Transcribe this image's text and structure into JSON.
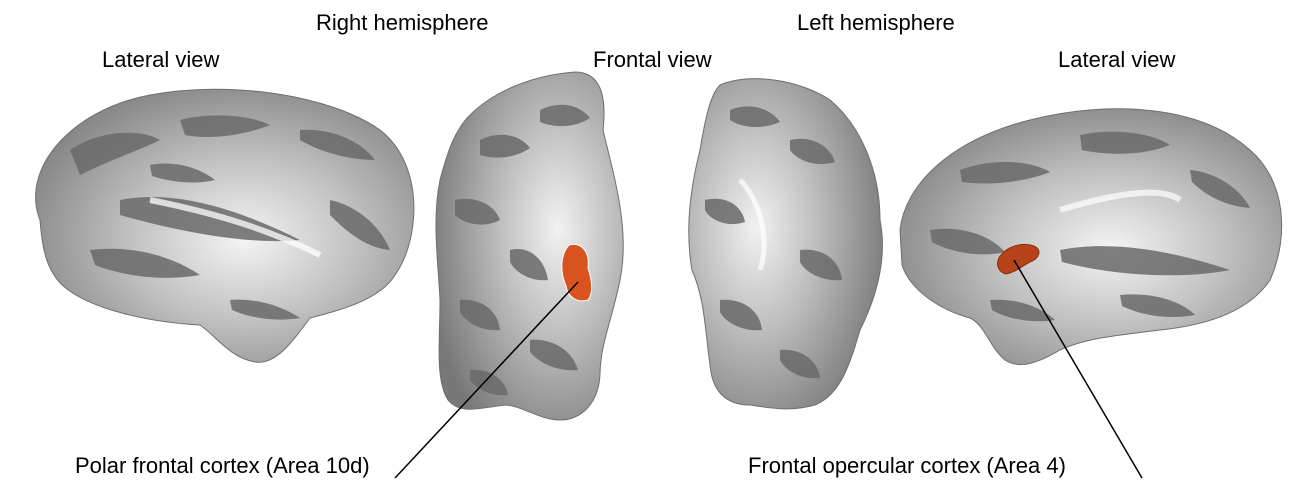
{
  "headers": {
    "right_hemisphere": "Right hemisphere",
    "left_hemisphere": "Left hemisphere"
  },
  "views": {
    "lateral_left": "Lateral view",
    "frontal": "Frontal view",
    "lateral_right": "Lateral view"
  },
  "annotations": {
    "polar": "Polar frontal cortex (Area 10d)",
    "opercular": "Frontal opercular cortex (Area 4)"
  },
  "colors": {
    "background": "#ffffff",
    "gyri": "#c9c9c9",
    "sulci": "#6a6a6a",
    "highlight_region": "#d9531e",
    "leader_line": "#000000"
  }
}
